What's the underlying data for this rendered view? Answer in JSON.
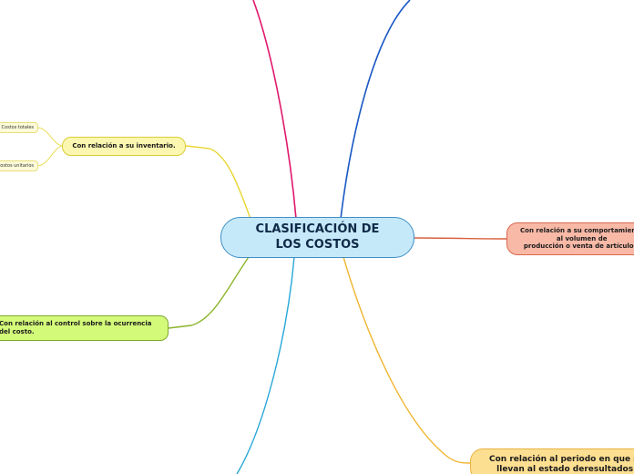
{
  "central_topic": "CLASIFICACIÓN DE\nLOS COSTOS",
  "branches": {
    "inventario": {
      "label": "Con relación a su inventario.",
      "color": "#e8d52e",
      "children": [
        "Costos totales",
        "Costos unitarios"
      ]
    },
    "control": {
      "label": "Con relación al control sobre la ocurrencia\ndel costo.",
      "color": "#8ab52a"
    },
    "comportamiento": {
      "label": "Con relación a su comportamiento\nal volumen de\nproducción o venta de artículos.",
      "color": "#d9603e"
    },
    "periodo": {
      "label": "Con relación al periodo en que se\nllevan al estado deresultados.",
      "color": "#f0b52e"
    },
    "top_left": {
      "color": "#e0186c"
    },
    "top_right": {
      "color": "#1a58c4"
    },
    "bottom_left": {
      "color": "#29a8d8"
    }
  }
}
